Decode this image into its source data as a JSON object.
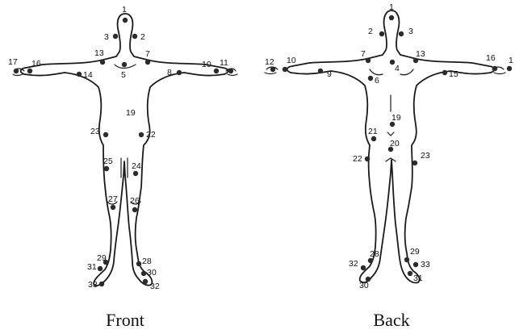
{
  "front": {
    "caption": "Front",
    "points": [
      "1",
      "2",
      "3",
      "5",
      "7",
      "8",
      "10",
      "11",
      "13",
      "14",
      "16",
      "17",
      "19",
      "22",
      "23",
      "24",
      "25",
      "26",
      "27",
      "28",
      "29",
      "30",
      "31",
      "32",
      "33"
    ]
  },
  "back": {
    "caption": "Back",
    "points": [
      "1",
      "2",
      "3",
      "4",
      "6",
      "7",
      "9",
      "10",
      "12",
      "13",
      "15",
      "16",
      "1",
      "19",
      "20",
      "21",
      "22",
      "23",
      "28",
      "29",
      "30",
      "31",
      "32",
      "33"
    ]
  }
}
